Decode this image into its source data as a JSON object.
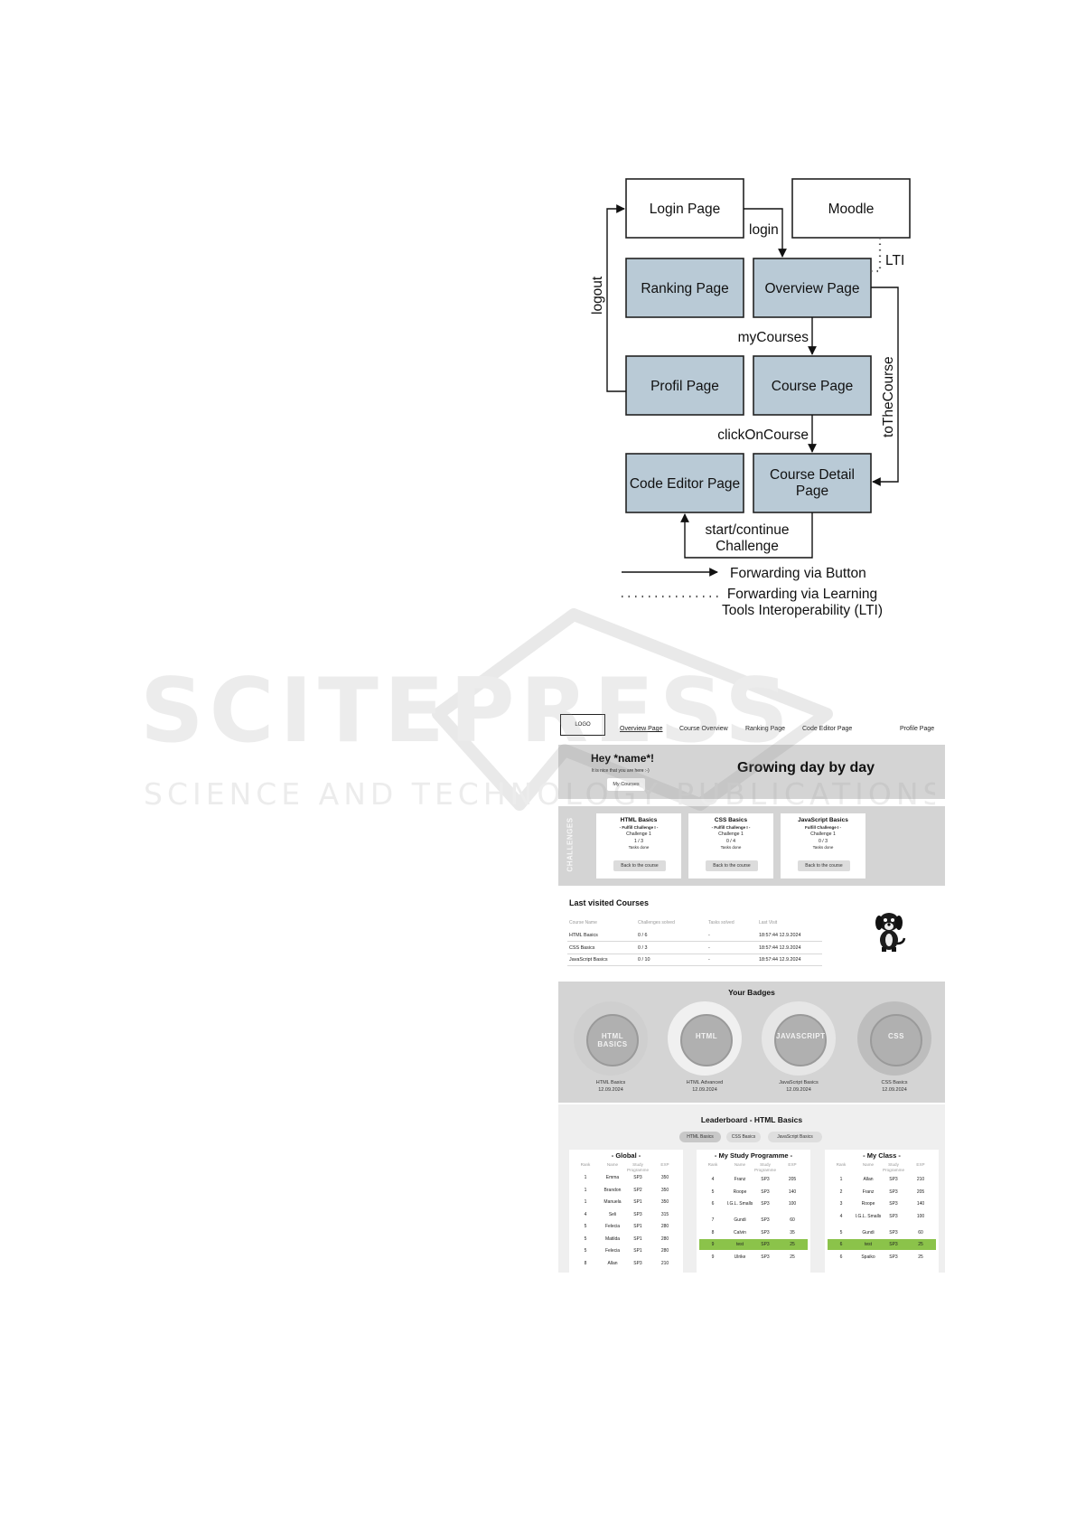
{
  "diagram": {
    "nodes": {
      "login": "Login Page",
      "moodle": "Moodle",
      "ranking": "Ranking Page",
      "overview": "Overview Page",
      "profil": "Profil Page",
      "course": "Course Page",
      "code_editor": "Code Editor Page",
      "course_detail_1": "Course Detail",
      "course_detail_2": "Page"
    },
    "edges": {
      "login": "login",
      "lti": "LTI",
      "logout": "logout",
      "my_courses": "myCourses",
      "to_the_course": "toTheCourse",
      "click_on_course": "clickOnCourse",
      "start_1": "start/continue",
      "start_2": "Challenge"
    },
    "legend": {
      "button": "Forwarding via Button",
      "lti_1": "Forwarding via Learning",
      "lti_2": "Tools Interoperability (LTI)"
    }
  },
  "mockup": {
    "logo": "LOGO",
    "nav": [
      "Overview Page",
      "Course Overview",
      "Ranking Page",
      "Code Editor Page",
      "Profile Page"
    ],
    "hero": {
      "greeting": "Hey *name*!",
      "sub": "It is nice that you are here :-)",
      "button": "My Courses",
      "slogan": "Growing day by day"
    },
    "challenges_label": "CHALLENGES",
    "challenges": [
      {
        "title": "HTML Basics",
        "sub": "- Fulfill Challenge I -",
        "ch": "Challenge 1",
        "count": "1 / 3",
        "done": "Tasks done",
        "btn": "Back to the course"
      },
      {
        "title": "CSS Basics",
        "sub": "- Fulfill Challenge I -",
        "ch": "Challenge 1",
        "count": "0 / 4",
        "done": "Tasks done",
        "btn": "Back to the course"
      },
      {
        "title": "JavaScript Basics",
        "sub": "Fulfill Challenge I -",
        "ch": "Challenge 1",
        "count": "0 / 3",
        "done": "Tasks done",
        "btn": "Back to the course"
      }
    ],
    "last_visited": {
      "title": "Last visited Courses",
      "headers": [
        "Course Name",
        "Challenges solved",
        "Tasks solved",
        "Last Visit"
      ],
      "rows": [
        [
          "HTML Basics",
          "0 / 6",
          "-",
          "18:57:44 12.9.2024"
        ],
        [
          "CSS Basics",
          "0 / 3",
          "-",
          "18:57:44 12.9.2024"
        ],
        [
          "JavaScript Basics",
          "0 / 10",
          "-",
          "18:57:44 12.9.2024"
        ]
      ]
    },
    "badges": {
      "title": "Your Badges",
      "items": [
        {
          "name": "HTML Basics",
          "date": "12.09.2024",
          "icon": "html-basics-badge-icon",
          "text": "HTML BASICS"
        },
        {
          "name": "HTML Advanced",
          "date": "12.09.2024",
          "icon": "html-advanced-trophy-icon",
          "text": "HTML"
        },
        {
          "name": "JavaScript Basics",
          "date": "12.09.2024",
          "icon": "javascript-cup-icon",
          "text": "JAVASCRIPT"
        },
        {
          "name": "CSS Basics",
          "date": "12.09.2024",
          "icon": "css-trophy-icon",
          "text": "CSS"
        }
      ]
    },
    "leaderboard": {
      "title": "Leaderboard - HTML Basics",
      "tabs": [
        "HTML Basics",
        "CSS Basics",
        "JavaScript Basics"
      ],
      "headers": [
        "Rank",
        "Name",
        "Study Programme",
        "EXP"
      ],
      "global": {
        "title": "- Global -",
        "rows": [
          [
            "1",
            "Emma",
            "SP3",
            "350"
          ],
          [
            "1",
            "Brandon",
            "SP2",
            "350"
          ],
          [
            "1",
            "Manuela",
            "SP1",
            "350"
          ],
          [
            "4",
            "Seli",
            "SP3",
            "315"
          ],
          [
            "5",
            "Felecia",
            "SP1",
            "280"
          ],
          [
            "5",
            "Matilda",
            "SP1",
            "280"
          ],
          [
            "5",
            "Felecia",
            "SP1",
            "280"
          ],
          [
            "8",
            "Allan",
            "SP3",
            "210"
          ]
        ]
      },
      "study": {
        "title": "- My Study Programme -",
        "rows": [
          [
            "4",
            "Franz",
            "SP3",
            "205"
          ],
          [
            "5",
            "Roope",
            "SP3",
            "140"
          ],
          [
            "6",
            "I.G.L. Smalls",
            "SP3",
            "100"
          ],
          [
            "7",
            "Gundi",
            "SP3",
            "60"
          ],
          [
            "8",
            "Calvin",
            "SP3",
            "35"
          ],
          [
            "9",
            "test",
            "SP3",
            "25"
          ],
          [
            "9",
            "Ulrike",
            "SP3",
            "25"
          ]
        ]
      },
      "class": {
        "title": "- My Class -",
        "rows": [
          [
            "1",
            "Allan",
            "SP3",
            "210"
          ],
          [
            "2",
            "Franz",
            "SP3",
            "205"
          ],
          [
            "3",
            "Roope",
            "SP3",
            "140"
          ],
          [
            "4",
            "I.G.L. Smalls",
            "SP3",
            "100"
          ],
          [
            "5",
            "Gundi",
            "SP3",
            "60"
          ],
          [
            "6",
            "test",
            "SP3",
            "25"
          ],
          [
            "6",
            "Spaiko",
            "SP3",
            "25"
          ]
        ]
      }
    }
  },
  "watermark": {
    "line1": "SCITEPRESS",
    "line2": "SCIENCE AND TECHNOLOGY PUBLICATIONS"
  },
  "colors": {
    "node_blue": "#b9cad6",
    "highlight_green": "#8bc34a",
    "panel_gray": "#d4d4d4"
  }
}
